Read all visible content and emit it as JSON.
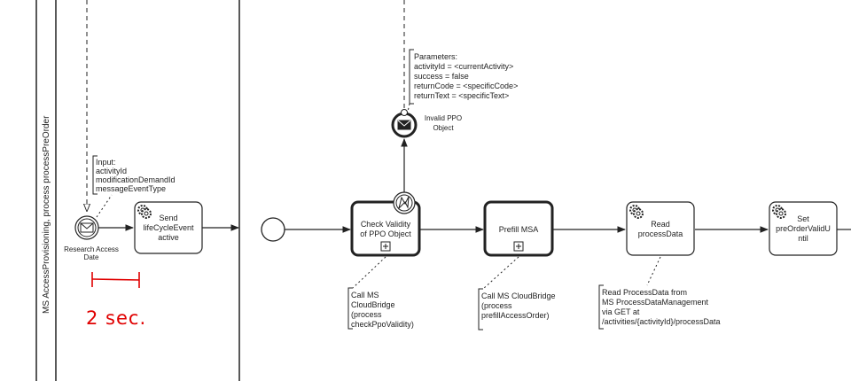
{
  "lane": {
    "label": "MS AccessProvisioning, process processPreOrder"
  },
  "input_annotation": {
    "lines": [
      "Input:",
      "activityId",
      "modificationDemandId",
      "messageEventType"
    ]
  },
  "research_event": {
    "label_lines": [
      "Research Access",
      "Date"
    ],
    "icon": "envelope-icon"
  },
  "tasks": {
    "send": {
      "lines": [
        "Send",
        "lifeCycleEvent",
        "active"
      ],
      "icon": "gear-icon"
    },
    "check": {
      "lines": [
        "Check Validity",
        "of PPO Object"
      ],
      "icon": "subprocess-plus-icon"
    },
    "prefill": {
      "lines": [
        "Prefill MSA"
      ],
      "icon": "subprocess-plus-icon"
    },
    "read": {
      "lines": [
        "Read",
        "processData"
      ],
      "icon": "gear-icon"
    },
    "set": {
      "lines": [
        "Set",
        "preOrderValidU",
        "ntil"
      ],
      "icon": "gear-icon"
    }
  },
  "error_boundary": {
    "icon": "error-lightning-icon"
  },
  "invalid_event": {
    "label_lines": [
      "Invalid PPO",
      "Object"
    ],
    "icon": "envelope-filled-icon"
  },
  "parameters_annotation": {
    "lines": [
      "Parameters:",
      "activityId = <currentActivity>",
      "success = false",
      "returnCode = <specificCode>",
      "returnText = <specificText>"
    ]
  },
  "check_annotation": {
    "lines": [
      "Call MS",
      "CloudBridge",
      "(process",
      "checkPpoValidity)"
    ]
  },
  "prefill_annotation": {
    "lines": [
      "Call MS CloudBridge",
      "(process",
      "prefillAccessOrder)"
    ]
  },
  "read_annotation": {
    "lines": [
      "Read ProcessData from",
      "MS ProcessDataManagement",
      "via GET at",
      "/activities/{activityId}/processData"
    ]
  },
  "handwritten": {
    "text": "2 sec."
  },
  "colors": {
    "stroke": "#222222",
    "handwriting": "#e00000"
  }
}
